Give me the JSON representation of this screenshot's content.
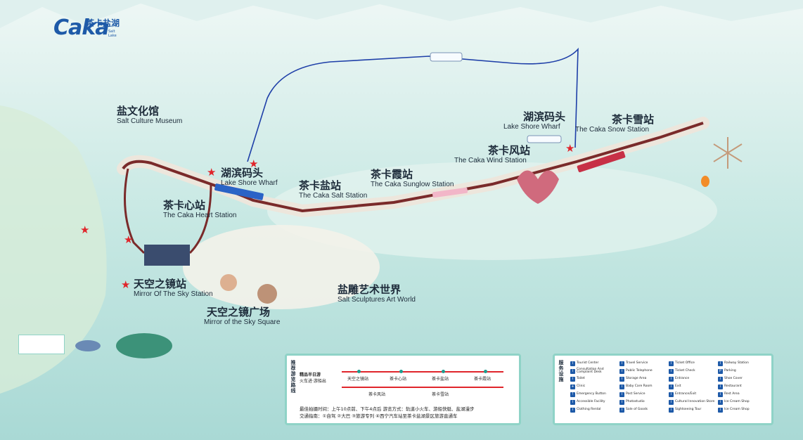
{
  "logo": {
    "word": "Caka",
    "zh": "茶卡盐湖",
    "sub": "Salt Lake"
  },
  "colors": {
    "water": "#bfe3e0",
    "track": "#7a2a2a",
    "boat_route": "#1e3fa8",
    "star": "#e0252b",
    "panel_border": "#8fd3c7"
  },
  "labels": {
    "salt_culture_museum": {
      "zh": "盐文化馆",
      "en": "Salt Culture Museum"
    },
    "lake_shore_wharf_left": {
      "zh": "湖滨码头",
      "en": "Lake Shore Wharf"
    },
    "lake_shore_wharf_right": {
      "zh": "湖滨码头",
      "en": "Lake Shore Wharf"
    },
    "caka_heart": {
      "zh": "茶卡心站",
      "en": "The Caka Heart Station"
    },
    "caka_salt": {
      "zh": "茶卡盐站",
      "en": "The Caka Salt Station"
    },
    "caka_sunglow": {
      "zh": "茶卡霞站",
      "en": "The Caka Sunglow Station"
    },
    "caka_wind": {
      "zh": "茶卡风站",
      "en": "The Caka Wind Station"
    },
    "caka_snow": {
      "zh": "茶卡雪站",
      "en": "The Caka Snow Station"
    },
    "mirror_station": {
      "zh": "天空之镜站",
      "en": "Mirror Of The Sky Station"
    },
    "mirror_square": {
      "zh": "天空之镜广场",
      "en": "Mirror of the Sky Square"
    },
    "salt_sculptures": {
      "zh": "盐雕艺术世界",
      "en": "Salt Sculptures Art World"
    }
  },
  "route_panel": {
    "title": "推荐游览路线",
    "line1": "精品半日游",
    "line2": "火车进·游船出",
    "stops": [
      "天空之镜站",
      "茶卡心站",
      "茶卡盐站",
      "茶卡霞站",
      "茶卡风站",
      "茶卡雪站"
    ],
    "notice": "最佳拍摄时间：上午10点前、下午4点后    游览方式：轨道小火车、游船快艇、盐湖漫步",
    "traffic": "交通指南：①自驾  ②大巴  ③旅游专列  ④西宁汽车站至茶卡盐湖景区旅游直通车"
  },
  "services_panel": {
    "title": "服务设施",
    "items": [
      "Tourist Center",
      "Travel Service",
      "Ticket Office",
      "Railway Station",
      "Consultation And Complaint Desk",
      "Public Telephone",
      "Ticket Check",
      "Parking",
      "Toilet",
      "Storage Area",
      "Entrance",
      "Shoe Cover",
      "Clinic",
      "Baby Care Room",
      "Exit",
      "Restaurant",
      "Emergency Button",
      "Post Service",
      "Entrance/Exit",
      "Rest Area",
      "Accessible Facility",
      "Photostudio",
      "Cultural Innovation Store",
      "Ice Cream Shop",
      "Clothing Rental",
      "Sale of Goods",
      "Sightseeing Tour",
      "Ice Cream Shop"
    ]
  }
}
